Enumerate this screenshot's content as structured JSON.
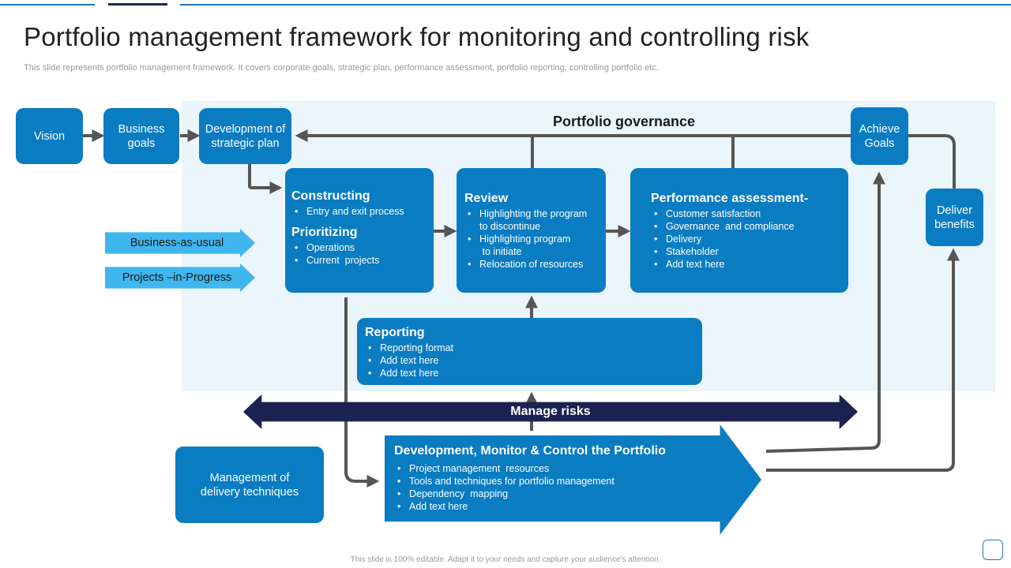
{
  "title": "Portfolio management framework for monitoring and controlling risk",
  "subtitle": "This slide represents portfolio management framework. It covers corporate goals, strategic plan, performance assessment, portfolio reporting, controlling portfolio etc.",
  "governance_label": "Portfolio governance",
  "top_boxes": {
    "vision": "Vision",
    "business_goals": "Business goals",
    "strategic_plan": "Development of strategic plan",
    "achieve_goals": "Achieve Goals",
    "deliver_benefits": "Deliver benefits"
  },
  "chevrons": {
    "business_as_usual": "Business-as-usual",
    "projects_in_progress": "Projects –in-Progress"
  },
  "constructing": {
    "title": "Constructing",
    "items": [
      "Entry and exit process"
    ],
    "title2": "Prioritizing",
    "items2": [
      "Operations",
      "Current  projects"
    ]
  },
  "review": {
    "title": "Review",
    "items": [
      "Highlighting the program\nto discontinue",
      "Highlighting program\n to initiate",
      "Relocation of resources"
    ]
  },
  "performance": {
    "title": "Performance assessment-",
    "items": [
      "Customer satisfaction",
      "Governance  and compliance",
      "Delivery",
      "Stakeholder",
      "Add text here"
    ]
  },
  "reporting": {
    "title": "Reporting",
    "items": [
      "Reporting format",
      "Add text here",
      "Add text here"
    ]
  },
  "manage_risks": "Manage risks",
  "delivery_techniques": "Management of delivery techniques",
  "develop_monitor": {
    "title": "Development, Monitor & Control the Portfolio",
    "items": [
      "Project management  resources",
      "Tools and techniques for portfolio management",
      "Dependency  mapping",
      "Add text here"
    ]
  },
  "footer": "This slide is 100% editable. Adapt it to your needs and capture your audience's attention.",
  "colors": {
    "box": "#0a7cc2",
    "panel": "#eaf5fc",
    "chevron": "#40b6ee",
    "manage_risks": "#1b2150",
    "connector": "#555555"
  }
}
